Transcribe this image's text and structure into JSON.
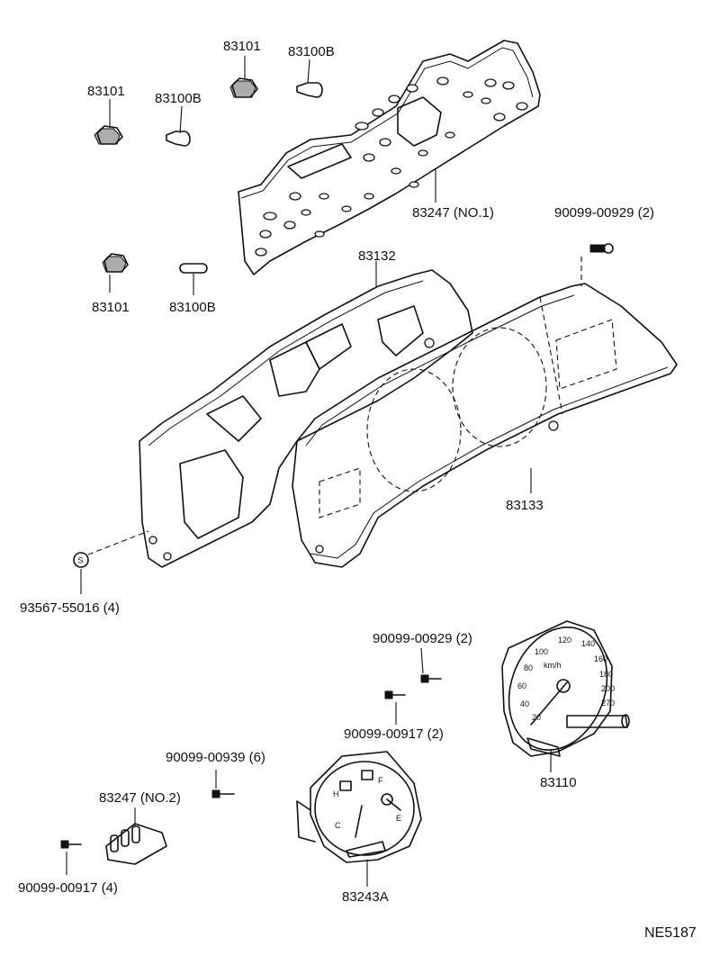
{
  "diagram": {
    "labels": {
      "lamp_socket_1": "83101",
      "lamp_socket_2": "83101",
      "lamp_socket_3": "83101",
      "bulb_1": "83100B",
      "bulb_2": "83100B",
      "bulb_3": "83100B",
      "printed_circuit_no1": "83247 (NO.1)",
      "screw_top_right": "90099-00929 (2)",
      "meter_case": "83132",
      "meter_glass": "83133",
      "nut": "93567-55016 (4)",
      "screw_mid_1": "90099-00929 (2)",
      "screw_mid_2": "90099-00917 (2)",
      "speedometer": "83110",
      "screw_lower": "90099-00939 (6)",
      "printed_circuit_no2": "83247 (NO.2)",
      "screw_bottom_left": "90099-00917 (4)",
      "fuel_temp_gauge": "83243A"
    },
    "drawing_code": "NE5187",
    "nut_symbol": "S"
  }
}
